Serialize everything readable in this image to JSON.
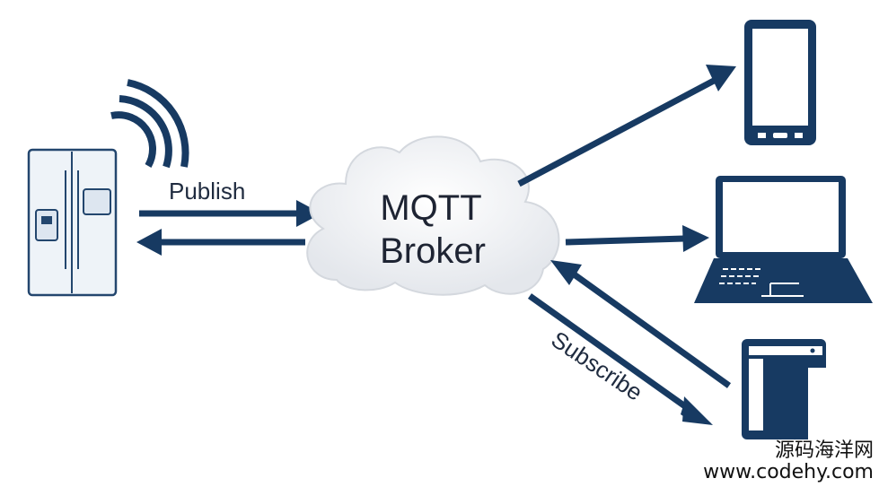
{
  "diagram": {
    "broker": {
      "line1": "MQTT",
      "line2": "Broker"
    },
    "edges": {
      "publish": "Publish",
      "subscribe": "Subscribe"
    },
    "nodes": [
      "fridge",
      "smartphone",
      "laptop",
      "server"
    ],
    "colors": {
      "navy": "#173a62",
      "cloud_fill": "#eef0f3",
      "cloud_stroke": "#d4d8de"
    }
  },
  "watermark": {
    "name": "源码海洋网",
    "url": "www.codehy.com"
  }
}
